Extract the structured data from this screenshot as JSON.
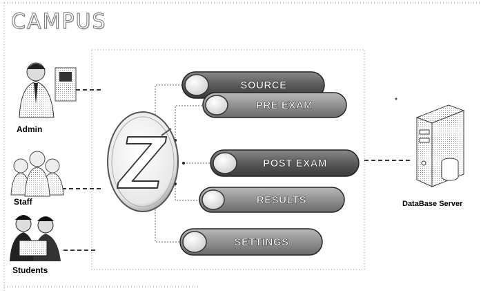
{
  "title": "CAMPUS",
  "actors": {
    "admin": "Admin",
    "staff": "Staff",
    "students": "Students"
  },
  "server": "DataBase Server",
  "hub_logo_text": "Z",
  "modules": [
    "SOURCE",
    "PRE EXAM",
    "POST EXAM",
    "RESULTS",
    "SETTINGS"
  ]
}
